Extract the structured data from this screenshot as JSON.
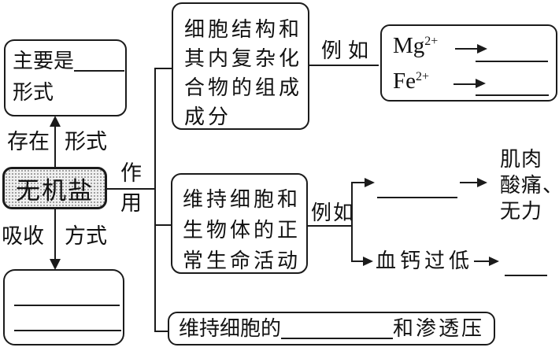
{
  "colors": {
    "ink": "#1b1b1b",
    "node_fill": "#f0f0f0",
    "node_dots": "#9a9a9a",
    "background": "#ffffff"
  },
  "center_node": {
    "label": "无机盐"
  },
  "top_branch": {
    "left_label": "存在",
    "right_label": "形式"
  },
  "existence_box": {
    "line1_prefix": "主要是",
    "line2": "形式"
  },
  "bottom_branch": {
    "left_label": "吸收",
    "right_label": "方式"
  },
  "role_connector": {
    "char_top": "作",
    "char_bottom": "用"
  },
  "function1": {
    "lines": [
      "细胞结构和",
      "其内复杂化",
      "合物的组成",
      "成分"
    ]
  },
  "example1": {
    "label": "例如"
  },
  "ion_box": {
    "rows": [
      {
        "symbol": "Mg",
        "charge": "2+"
      },
      {
        "symbol": "Fe",
        "charge": "2+"
      }
    ]
  },
  "function2": {
    "lines": [
      "维持细胞和",
      "生物体的正",
      "常生命活动"
    ]
  },
  "example2": {
    "label": "例如"
  },
  "branch_top": {
    "result_lines": [
      "肌肉",
      "酸痛、",
      "无力"
    ]
  },
  "branch_bottom": {
    "label": "血钙过低"
  },
  "function3": {
    "prefix": "维持细胞的",
    "suffix": "和渗透压"
  }
}
